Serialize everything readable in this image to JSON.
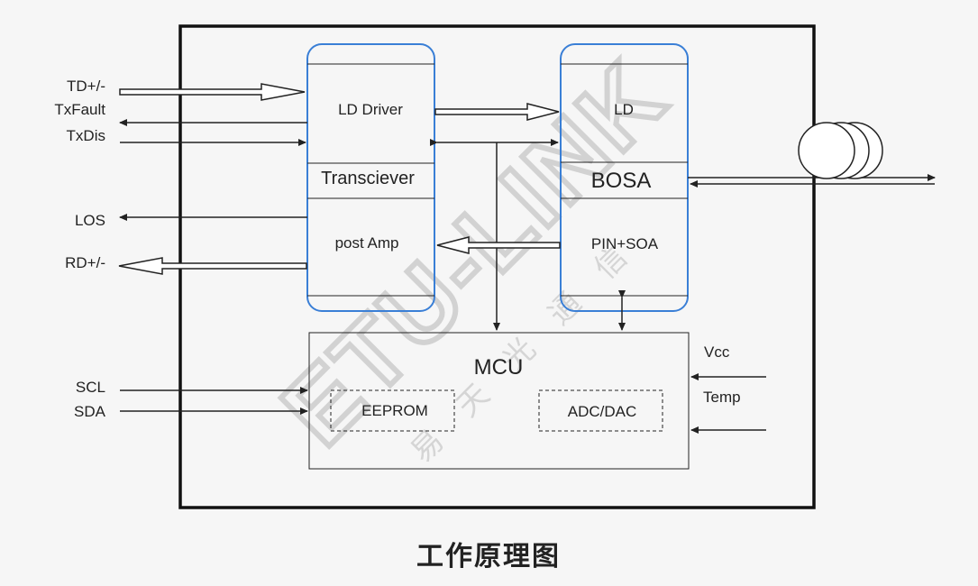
{
  "left_signals": {
    "td": "TD+/-",
    "txfault": "TxFault",
    "txdis": "TxDis",
    "los": "LOS",
    "rd": "RD+/-",
    "scl": "SCL",
    "sda": "SDA"
  },
  "transceiver": {
    "ld_driver": "LD Driver",
    "title": "Transciever",
    "post_amp": "post Amp"
  },
  "bosa": {
    "ld": "LD",
    "title": "BOSA",
    "pin_soa": "PIN+SOA"
  },
  "mcu": {
    "title": "MCU",
    "eeprom": "EEPROM",
    "adc_dac": "ADC/DAC"
  },
  "right_inputs": {
    "vcc": "Vcc",
    "temp": "Temp"
  },
  "watermark": {
    "text": "ETU-LINK",
    "chinese": "易天光通信"
  },
  "colors": {
    "block_border": "#3a7fd6",
    "line": "#222222",
    "watermark": "#cfcfcf"
  },
  "caption": "工作原理图"
}
